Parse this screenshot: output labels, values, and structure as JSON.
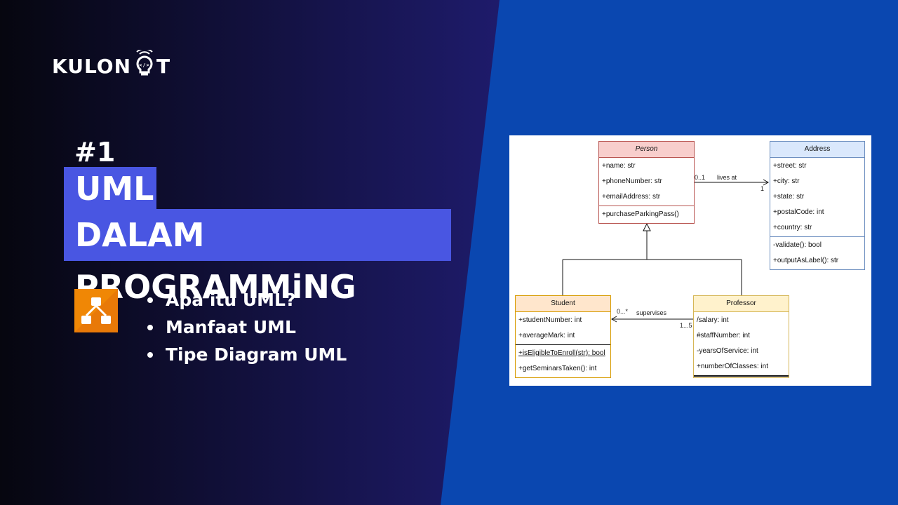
{
  "brand": {
    "name": "KULONIT",
    "text": "KULON",
    "end_letter": "T",
    "icon": "lightbulb-code-icon"
  },
  "colors": {
    "left_bg": "#151433",
    "right_bg": "#0a47b0",
    "title_bg": "#4956e2",
    "app_icon": "#f08705"
  },
  "episode": "#1",
  "title": {
    "line1": "UML",
    "line2": "DALAM PROGRAMMiNG"
  },
  "app_icon": "diagram-app-icon",
  "bullets": [
    "Apa itu UML?",
    "Manfaat UML",
    "Tipe Diagram UML"
  ],
  "uml": {
    "person": {
      "name": "Person",
      "attributes": [
        "+name: str",
        "+phoneNumber: str",
        "+emailAddress: str"
      ],
      "methods": [
        "+purchaseParkingPass()"
      ]
    },
    "address": {
      "name": "Address",
      "attributes": [
        "+street: str",
        "+city: str",
        "+state: str",
        "+postalCode: int",
        "+country: str"
      ],
      "methods": [
        "-validate(): bool",
        "+outputAsLabel(): str"
      ]
    },
    "student": {
      "name": "Student",
      "attributes": [
        "+studentNumber: int",
        "+averageMark: int"
      ],
      "methods": [
        "+isEligibleToEnroll(str): bool",
        "+getSeminarsTaken(): int"
      ]
    },
    "professor": {
      "name": "Professor",
      "attributes": [
        "/salary: int",
        "#staffNumber: int",
        "-yearsOfService: int",
        "+numberOfClasses: int"
      ]
    },
    "associations": {
      "lives_at": {
        "label": "lives at",
        "source_mult": "0..1",
        "target_mult": "1"
      },
      "supervises": {
        "label": "supervises",
        "source_mult": "1...5",
        "target_mult": "0...*"
      }
    }
  }
}
